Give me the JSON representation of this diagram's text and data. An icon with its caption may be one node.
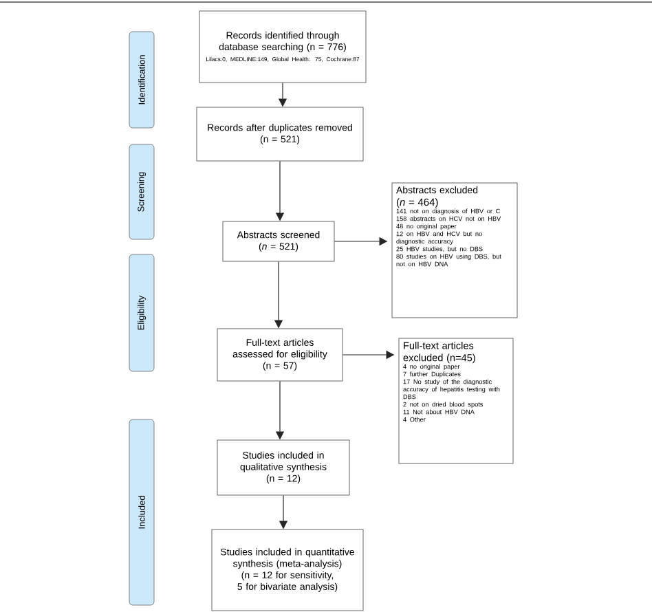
{
  "diagram": {
    "nodes": [
      {
        "text": [
          "Identification"
        ]
      },
      {
        "text": [
          "Screening"
        ]
      },
      {
        "text": [
          "Eligibility"
        ]
      },
      {
        "text": [
          "Included"
        ]
      },
      {
        "text": [
          "Records identified through database searching (n = 776)",
          "Lilacs:0, MEDLINE:149, Global Health: 75, Cochrane:87"
        ]
      },
      {
        "text": [
          "Records after duplicates removed",
          "(n = 521)"
        ]
      },
      {
        "text": [
          "Abstracts screened",
          "(*n* = 521)"
        ]
      },
      {
        "text": [
          "Abstracts excluded",
          "(*n* = 464)",
          "141 not on diagnosis of HBV or C",
          "158 abstracts on HCV not on HBV",
          "48 no original paper",
          "12 on HBV and HCV but no diagnostic accuracy",
          "25 HBV studies, but no DBS",
          "80 studies on HBV using DBS, but not on HBV DNA"
        ]
      },
      {
        "text": [
          "Full-text articles assessed for eligibility",
          "(n = 57)"
        ]
      },
      {
        "text": [
          "Full-text articles excluded (n=45)",
          "4 no original paper",
          "7 further Duplicates",
          "17 No study of the diagnostic accuracy of hepatitis testing with DBS",
          "2 not on dried blood spots",
          "11 Not about HBV DNA",
          "4 Other"
        ]
      },
      {
        "text": [
          "Studies included in qualitative synthesis",
          "(n = 12)"
        ]
      },
      {
        "text": [
          "Studies included in quantitative synthesis (meta-analysis)",
          "(n = 12 for sensitivity, 5 for bivariate analysis)"
        ]
      }
    ],
    "edges": [
      {
        "from": 4,
        "to": 5,
        "arrow": "to"
      },
      {
        "from": 5,
        "to": 6,
        "arrow": "to"
      },
      {
        "from": 6,
        "to": 7,
        "arrow": "to"
      },
      {
        "from": 6,
        "to": 8,
        "arrow": "to"
      },
      {
        "from": 8,
        "to": 9,
        "arrow": "to"
      },
      {
        "from": 8,
        "to": 10,
        "arrow": "to"
      },
      {
        "from": 10,
        "to": 11,
        "arrow": "to"
      }
    ]
  }
}
